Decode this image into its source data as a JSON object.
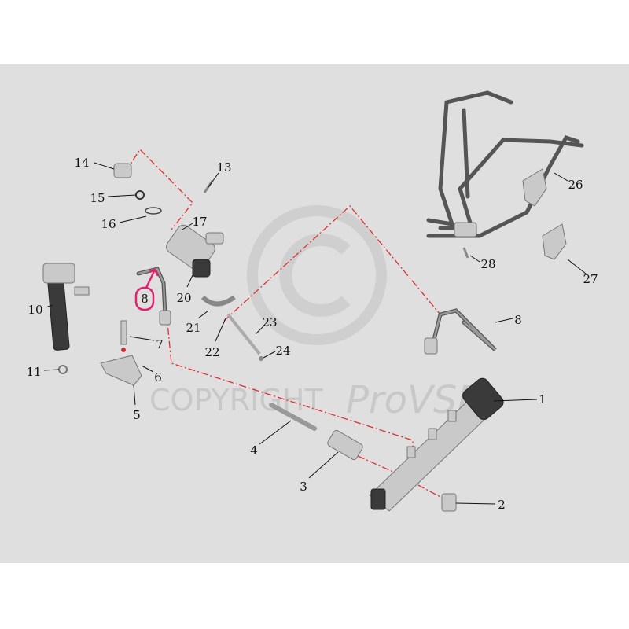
{
  "watermark": {
    "copyright": "COPYRIGHT",
    "brand": "ProVSP",
    "symbol": "©"
  },
  "callouts": [
    "1",
    "2",
    "3",
    "4",
    "5",
    "6",
    "7",
    "8",
    "8",
    "10",
    "11",
    "13",
    "14",
    "15",
    "16",
    "17",
    "20",
    "21",
    "22",
    "23",
    "24",
    "26",
    "27",
    "28"
  ],
  "highlight": {
    "label": "8",
    "color": "#e0216f"
  },
  "colors": {
    "background": "#dfdfdf",
    "guide_line": "#e03030"
  }
}
